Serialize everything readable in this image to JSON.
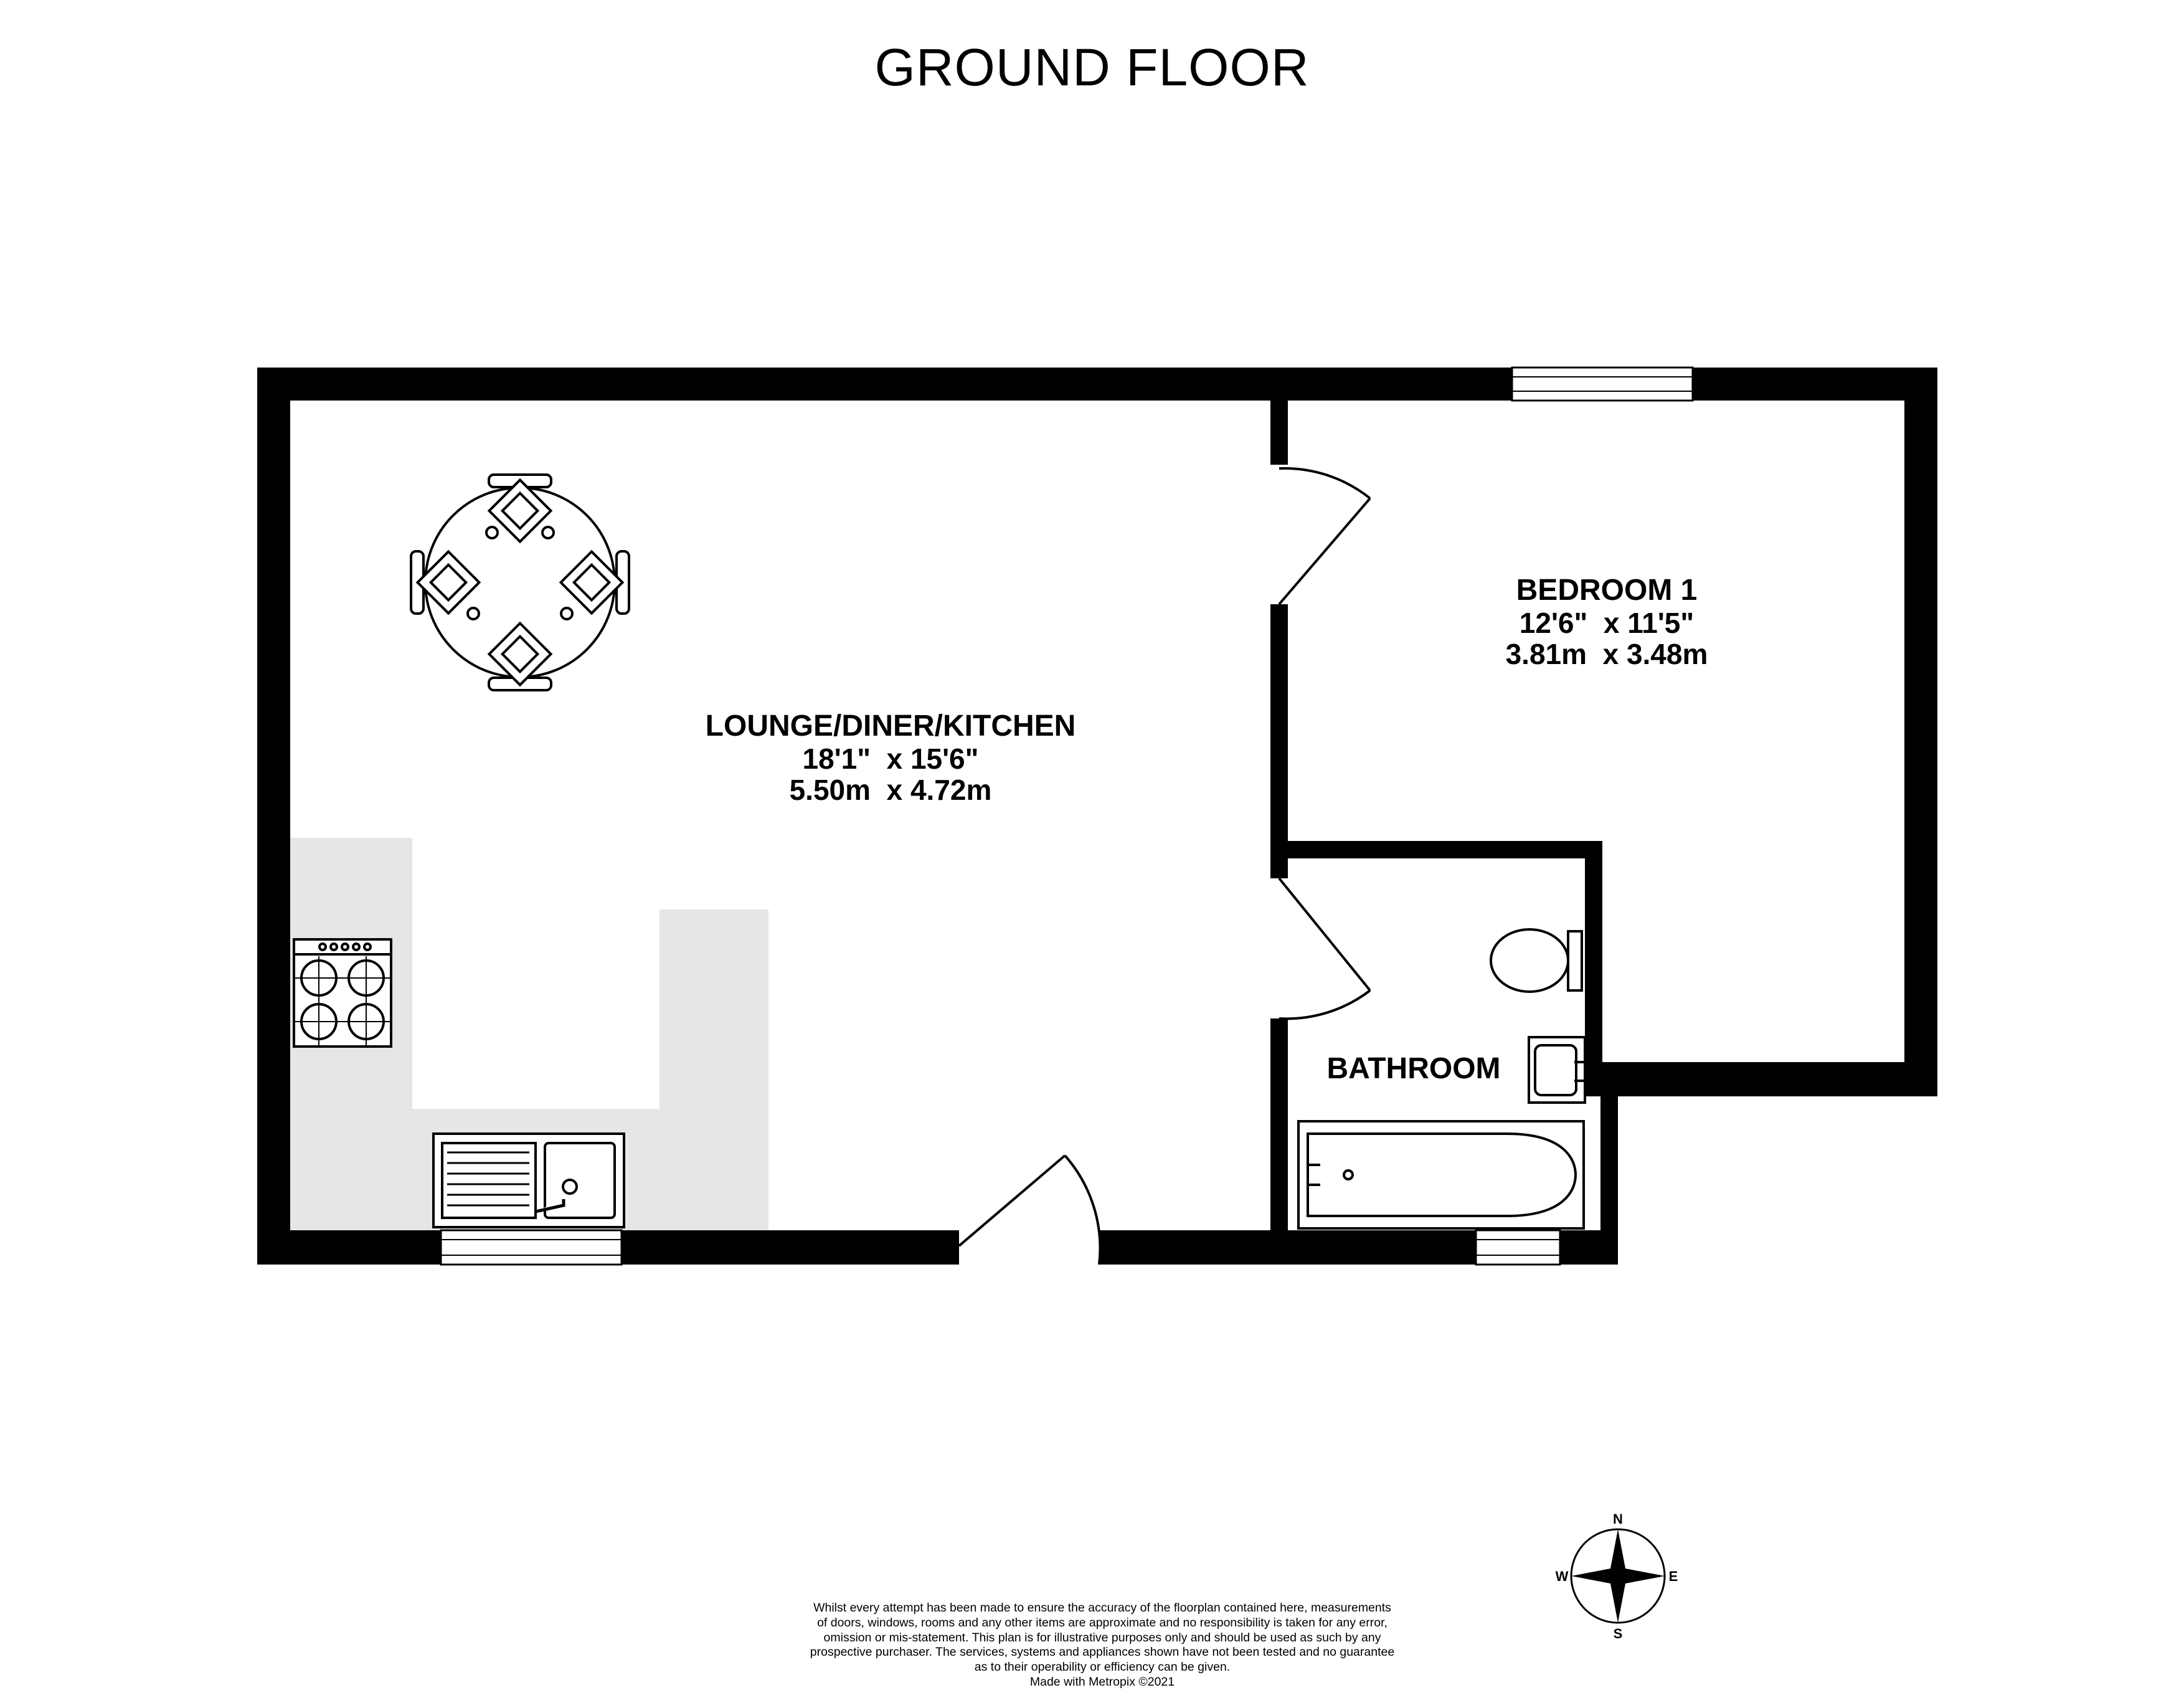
{
  "title": "GROUND FLOOR",
  "rooms": {
    "lounge": {
      "name": "LOUNGE/DINER/KITCHEN",
      "imperial": "18'1\"  x 15'6\"",
      "metric": "5.50m  x 4.72m"
    },
    "bedroom": {
      "name": "BEDROOM 1",
      "imperial": "12'6\"  x 11'5\"",
      "metric": "3.81m  x 3.48m"
    },
    "bathroom": {
      "name": "BATHROOM"
    }
  },
  "compass": {
    "north": "N",
    "south": "S",
    "east": "E",
    "west": "W"
  },
  "disclaimer": {
    "lines": [
      "Whilst every attempt has been made to ensure the accuracy of the floorplan contained here, measurements",
      "of doors, windows, rooms and any other items are approximate and no responsibility is taken for any error,",
      "omission or mis-statement. This plan is for illustrative purposes only and should be used as such by any",
      "prospective purchaser. The services, systems and appliances shown have not been tested and no guarantee",
      "as to their operability or efficiency can be given.",
      "Made with Metropix ©2021"
    ]
  },
  "colors": {
    "wall": "#000000",
    "kitchen_counter": "#e6e6e6",
    "background": "#ffffff"
  }
}
